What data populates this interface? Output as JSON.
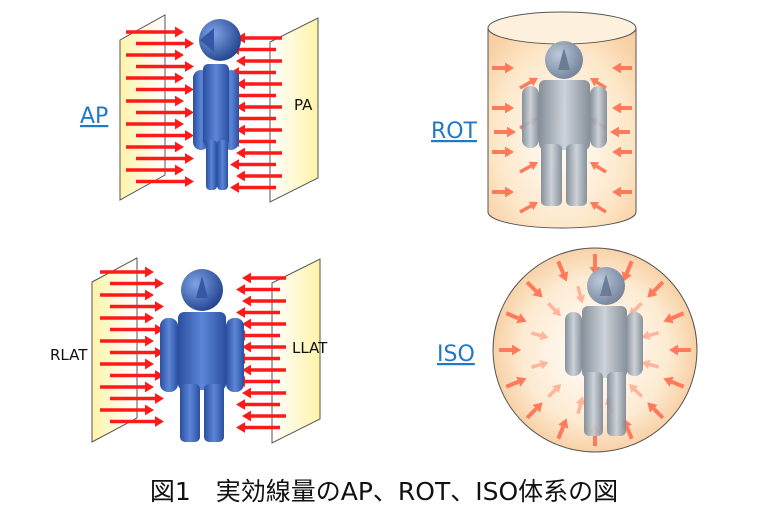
{
  "labels": {
    "ap": "AP",
    "pa": "PA",
    "rot": "ROT",
    "rlat": "RLAT",
    "llat": "LLAT",
    "iso": "ISO"
  },
  "caption": "図1　実効線量のAP、ROT、ISO体系の図",
  "colors": {
    "link": "#1f78c8",
    "arrow_red": "#ff1a1a",
    "arrow_soft": "#ff7a5a",
    "body_blue": "#3a62b8",
    "body_gray": "#8f9aa6",
    "panel": "#fff3b8"
  }
}
